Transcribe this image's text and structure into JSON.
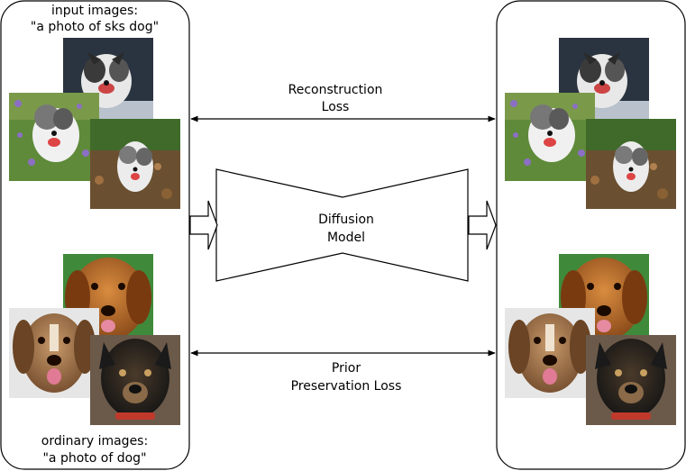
{
  "left_panel": {
    "input_caption_line1": "input images:",
    "input_caption_line2": "\"a photo of sks dog\"",
    "ordinary_caption_line1": "ordinary images:",
    "ordinary_caption_line2": "\"a photo of dog\""
  },
  "center": {
    "reconstruction_line1": "Reconstruction",
    "reconstruction_line2": "Loss",
    "model_line1": "Diffusion",
    "model_line2": "Model",
    "prior_line1": "Prior",
    "prior_line2": "Preservation Loss"
  }
}
